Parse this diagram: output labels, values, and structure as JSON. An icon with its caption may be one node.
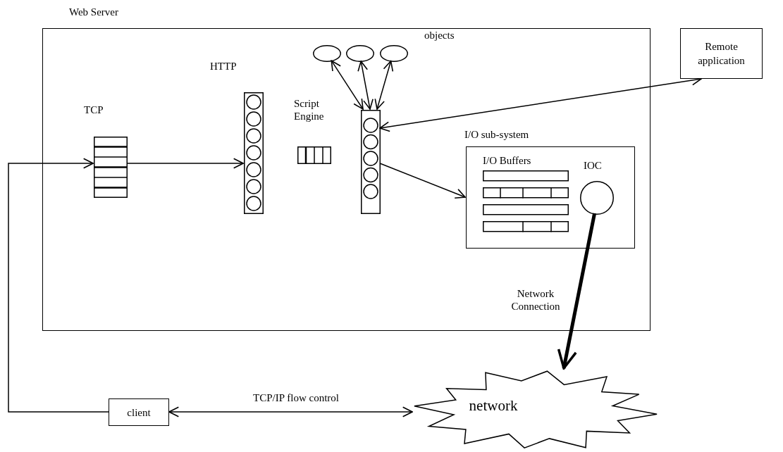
{
  "diagram": {
    "nodes": [
      {
        "text": [
          "Web Server"
        ]
      },
      {
        "text": [
          "TCP"
        ],
        "in": 0
      },
      {
        "text": [
          "HTTP"
        ],
        "in": 0
      },
      {
        "text": [
          "Script Engine"
        ],
        "in": 0
      },
      {
        "text": [],
        "shape": "box",
        "in": 0
      },
      {
        "text": [],
        "shape": "ellipse",
        "in": 0
      },
      {
        "text": [],
        "shape": "ellipse",
        "in": 0
      },
      {
        "text": [],
        "shape": "ellipse",
        "in": 0
      },
      {
        "text": [
          "I/O sub-system"
        ],
        "in": 0
      },
      {
        "text": [
          "I/O Buffers"
        ],
        "in": 8
      },
      {
        "text": [
          "IOC"
        ],
        "in": 8
      },
      {
        "text": [
          "Remote application"
        ]
      },
      {
        "text": [
          "client"
        ]
      },
      {
        "text": [
          "network"
        ]
      }
    ],
    "edges": [
      {
        "from": 12,
        "to": 1,
        "arrow": "to"
      },
      {
        "from": 1,
        "to": 2,
        "arrow": "to"
      },
      {
        "from": 5,
        "to": 4,
        "arrow": "both"
      },
      {
        "from": 6,
        "to": 4,
        "arrow": "both"
      },
      {
        "from": 7,
        "to": 4,
        "arrow": "both"
      },
      {
        "from": 11,
        "to": 4,
        "arrow": "both"
      },
      {
        "from": 4,
        "to": 8,
        "arrow": "to"
      },
      {
        "from": 10,
        "to": 13,
        "arrow": "to",
        "style": "thick",
        "label": "Network Connection"
      },
      {
        "from": 12,
        "to": 13,
        "arrow": "both",
        "label": "TCP/IP flow control"
      }
    ],
    "labels": [
      "objects"
    ]
  }
}
